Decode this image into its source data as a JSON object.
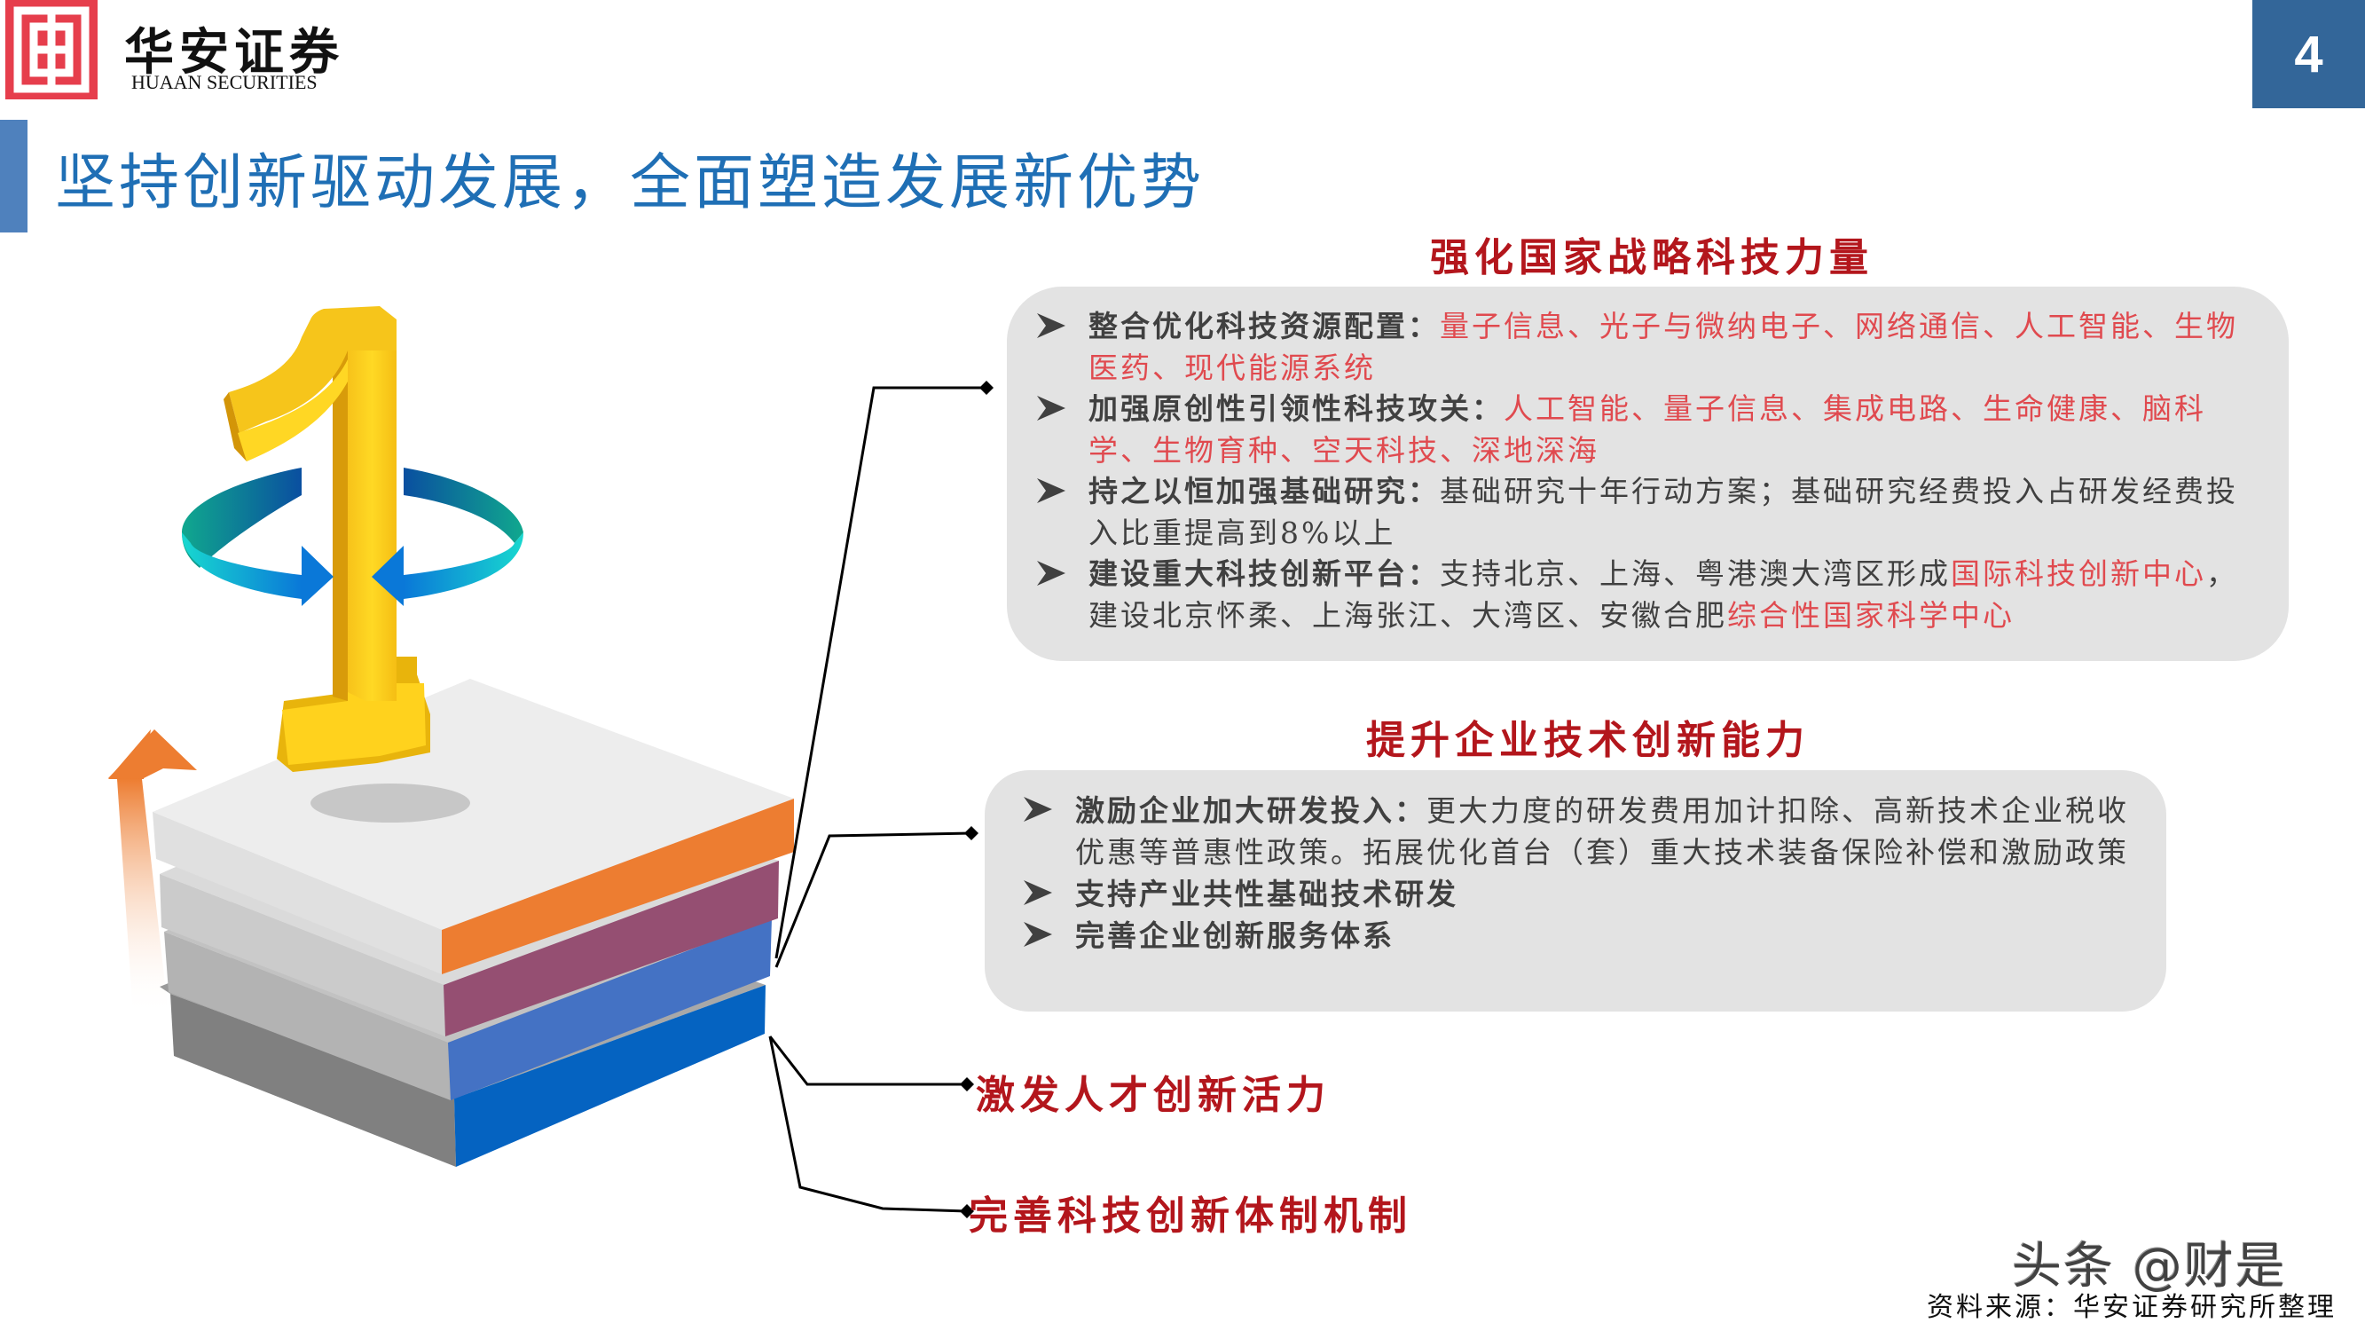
{
  "header": {
    "company_cn": "华安证券",
    "company_en": "HUAAN SECURITIES",
    "logo_icon": "huaan-knot-logo",
    "page_number": "4",
    "colors": {
      "logo_red": "#e63e4c",
      "page_box_blue": "#336699",
      "accent_bar": "#4f81bd",
      "title_blue": "#1f6fb5"
    }
  },
  "page_title": "坚持创新驱动发展，全面塑造发展新优势",
  "graphic": {
    "number": "1",
    "rotation_arrows": "rotate-arrows-icon",
    "growth_arrow": "up-arrow-icon",
    "layers": [
      {
        "name": "layer-1-strategic-forces",
        "color": "#ed7d31"
      },
      {
        "name": "layer-2-enterprise-innovation",
        "color": "#954f72"
      },
      {
        "name": "layer-3-talent",
        "color": "#4472c4"
      },
      {
        "name": "layer-4-institution",
        "color": "#0563c1"
      }
    ]
  },
  "sections": [
    {
      "title": "强化国家战略科技力量",
      "bullets": [
        {
          "lead": "整合优化科技资源配置：",
          "segments": [
            {
              "text": "量子信息、光子与微纳电子、网络通信、人工智能、生物医药、现代能源系统",
              "style": "red"
            }
          ]
        },
        {
          "lead": "加强原创性引领性科技攻关：",
          "segments": [
            {
              "text": "人工智能、量子信息、集成电路、生命健康、脑科学、生物育种、空天科技、深地深海",
              "style": "red"
            }
          ]
        },
        {
          "lead": "持之以恒加强基础研究：",
          "segments": [
            {
              "text": "基础研究十年行动方案；基础研究经费投入占研发经费投入比重提高到8%以上",
              "style": "dark"
            }
          ]
        },
        {
          "lead": "建设重大科技创新平台：",
          "segments": [
            {
              "text": "支持北京、上海、粤港澳大湾区形成",
              "style": "dark"
            },
            {
              "text": "国际科技创新中心",
              "style": "red"
            },
            {
              "text": "，建设北京怀柔、上海张江、大湾区、安徽合肥",
              "style": "dark"
            },
            {
              "text": "综合性国家科学中心",
              "style": "red"
            }
          ]
        }
      ]
    },
    {
      "title": "提升企业技术创新能力",
      "bullets": [
        {
          "lead": "激励企业加大研发投入：",
          "segments": [
            {
              "text": "更大力度的研发费用加计扣除、高新技术企业税收优惠等普惠性政策。拓展优化首台（套）重大技术装备保险补偿和激励政策",
              "style": "dark"
            }
          ]
        },
        {
          "lead": "支持产业共性基础技术研发",
          "segments": []
        },
        {
          "lead": "完善企业创新服务体系",
          "segments": []
        }
      ]
    }
  ],
  "side_labels": [
    "激发人才创新活力",
    "完善科技创新体制机制"
  ],
  "footer": {
    "watermark": "头条 @财是",
    "source": "资料来源：华安证券研究所整理"
  }
}
